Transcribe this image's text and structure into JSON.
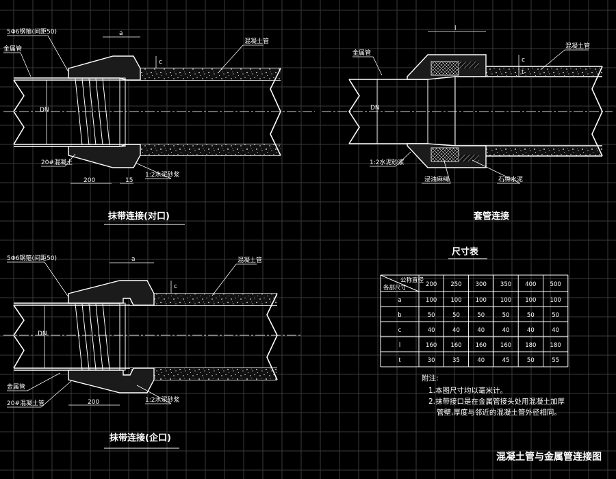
{
  "drawing_title": "混凝土管与金属管连接图",
  "views": {
    "top_left": {
      "caption": "抹带连接(对口)",
      "label_spiral": "5Φ6钢箍(间距50)",
      "label_metal": "金属管",
      "label_concrete_pipe": "混凝土管",
      "label_c20": "20#混凝土",
      "label_mortar": "1:2水泥砂浆",
      "dim_a": "a",
      "dim_c": "c",
      "dim_dn": "DN",
      "dim_200": "200",
      "dim_15": "15"
    },
    "top_right": {
      "caption": "套管连接",
      "label_metal": "金属管",
      "label_concrete_pipe": "混凝土管",
      "label_mortar": "1:2水泥砂浆",
      "label_oakum": "浸油麻绳",
      "label_asbestos": "石棉水泥",
      "dim_l": "l",
      "dim_c": "c",
      "dim_t": "t",
      "dim_dn": "DN"
    },
    "bottom_left": {
      "caption": "抹带连接(企口)",
      "label_spiral": "5Φ6钢箍(间距50)",
      "label_metal": "金属管",
      "label_concrete_pipe": "混凝土管",
      "label_c20": "20#混凝土管",
      "label_mortar": "1:2水泥砂浆",
      "dim_a": "a",
      "dim_c": "c",
      "dim_dn": "DN",
      "dim_200": "200"
    }
  },
  "table": {
    "title": "尺寸表",
    "corner_top": "公称直径",
    "corner_bottom": "各部尺寸",
    "headers": [
      "200",
      "250",
      "300",
      "350",
      "400",
      "500"
    ],
    "rows": [
      {
        "name": "a",
        "values": [
          "100",
          "100",
          "100",
          "100",
          "100",
          "100"
        ]
      },
      {
        "name": "b",
        "values": [
          "50",
          "50",
          "50",
          "50",
          "50",
          "50"
        ]
      },
      {
        "name": "c",
        "values": [
          "40",
          "40",
          "40",
          "40",
          "40",
          "40"
        ]
      },
      {
        "name": "l",
        "values": [
          "160",
          "160",
          "160",
          "160",
          "180",
          "180"
        ]
      },
      {
        "name": "t",
        "values": [
          "30",
          "35",
          "40",
          "45",
          "50",
          "55"
        ]
      }
    ]
  },
  "notes": {
    "heading": "附注:",
    "items": [
      "1.本图尺寸均以毫米计。",
      "2.抹带接口是在金属管接头处用混凝土加厚",
      "管壁,厚度与邻近的混凝土管外径相同。"
    ]
  }
}
